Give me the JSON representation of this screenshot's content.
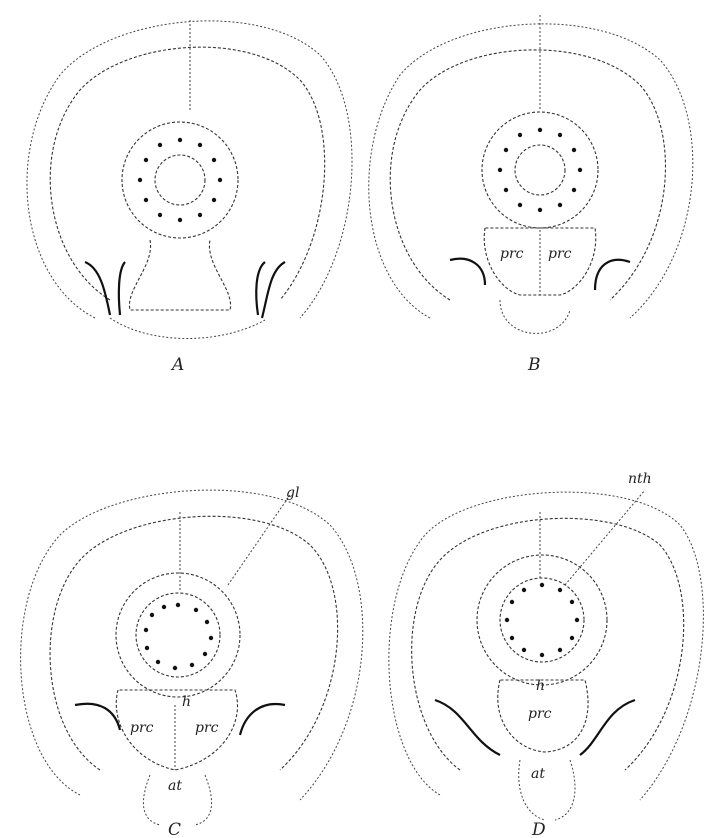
{
  "figure": {
    "panels": [
      {
        "id": "A",
        "label": "A",
        "annotations": []
      },
      {
        "id": "B",
        "label": "B",
        "annotations": [
          "prc",
          "prc"
        ]
      },
      {
        "id": "C",
        "label": "C",
        "annotations": [
          "gl",
          "h",
          "prc",
          "prc",
          "at"
        ]
      },
      {
        "id": "D",
        "label": "D",
        "annotations": [
          "nth",
          "h",
          "prc",
          "at"
        ]
      }
    ]
  }
}
